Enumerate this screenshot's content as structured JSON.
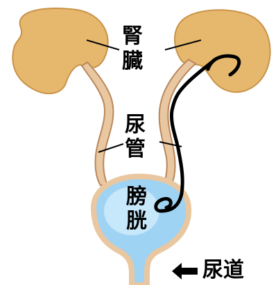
{
  "labels": {
    "kidney_line1": "腎",
    "kidney_line2": "臓",
    "ureter_line1": "尿",
    "ureter_line2": "管",
    "bladder_line1": "膀",
    "bladder_line2": "胱",
    "urethra": "尿道"
  },
  "colors": {
    "kidney": "#E6B86E",
    "kidney_edge": "#C99248",
    "tube": "#E9C7A1",
    "tube_edge": "#B8875C",
    "bladder_fill": "#9FD3F3",
    "bladder_inner": "#D9F0FC",
    "ink": "#000000"
  }
}
